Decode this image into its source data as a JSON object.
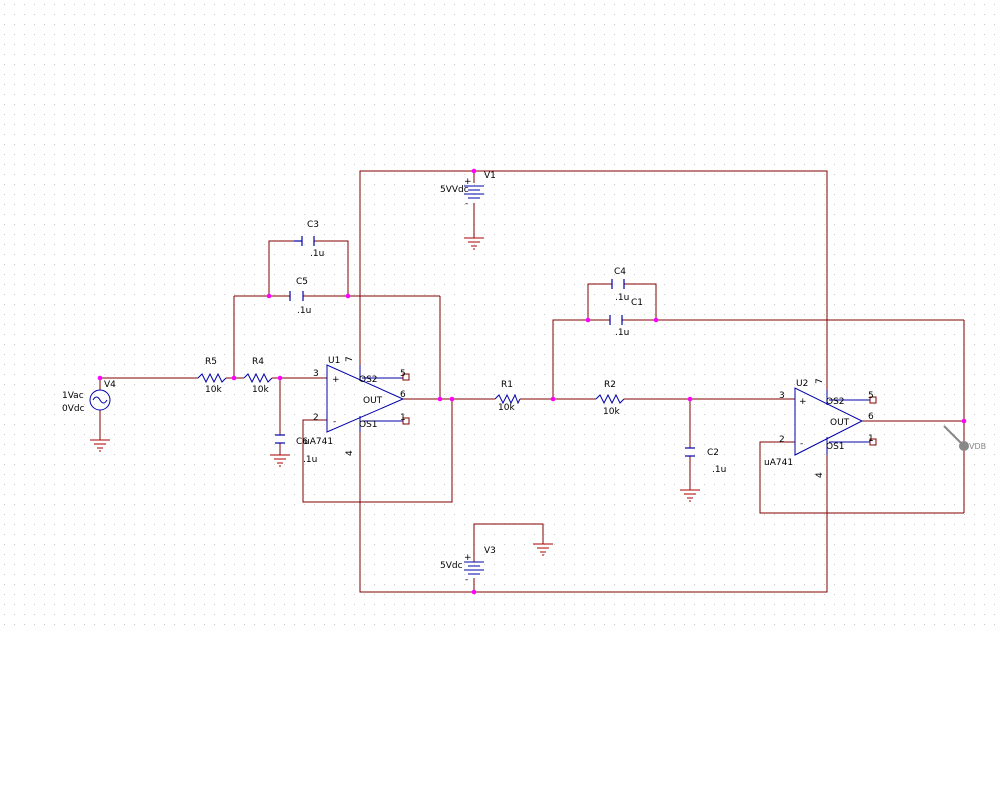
{
  "colors": {
    "wire": "#800000",
    "component": "#0000aa",
    "junction": "#ff00ff",
    "text": "#000000",
    "grid": "#c8c8c8",
    "ground": "#aa0000",
    "probe": "#888888"
  },
  "components": {
    "v1": {
      "ref": "V1",
      "value": "5VVdc"
    },
    "v3": {
      "ref": "V3",
      "value": "5Vdc"
    },
    "v4": {
      "ref": "V4",
      "ac": "1Vac",
      "dc": "0Vdc"
    },
    "r5": {
      "ref": "R5",
      "value": "10k"
    },
    "r4": {
      "ref": "R4",
      "value": "10k"
    },
    "r1": {
      "ref": "R1",
      "value": "10k"
    },
    "r2": {
      "ref": "R2",
      "value": "10k"
    },
    "c3": {
      "ref": "C3",
      "value": ".1u"
    },
    "c5": {
      "ref": "C5",
      "value": ".1u"
    },
    "c6": {
      "ref": "C6",
      "value": ".1u"
    },
    "c4": {
      "ref": "C4",
      "value": ".1u"
    },
    "c1": {
      "ref": "C1",
      "value": ".1u"
    },
    "c2": {
      "ref": "C2",
      "value": ".1u"
    },
    "u1": {
      "ref": "U1",
      "part": "uA741"
    },
    "u2": {
      "ref": "U2",
      "part": "uA741"
    }
  },
  "opamp_pins": {
    "plus": "+",
    "minus": "-",
    "out": "OUT",
    "os1": "OS1",
    "os2": "OS2",
    "pin3": "3",
    "pin2": "2",
    "pin6": "6",
    "pin7": "7",
    "pin4": "4",
    "pin5": "5",
    "pin1": "1"
  },
  "probe": {
    "label": "VDB"
  }
}
